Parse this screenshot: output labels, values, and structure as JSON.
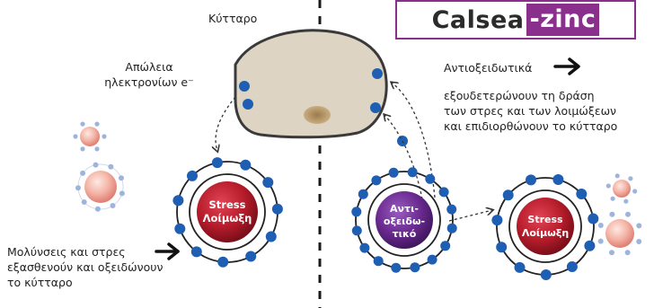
{
  "brand": {
    "part1": "Calsea",
    "part2": "-zinc"
  },
  "cell_label": "Κύτταρο",
  "loss_label": [
    "Απώλεια",
    "ηλεκτρονίων e⁻"
  ],
  "antioxidant_title": "Αντιοξειδωτικά",
  "antioxidant_text": [
    "εξουδετερώνουν τη δράση",
    "των στρες και των λοιμώξεων",
    "και επιδιορθώνουν το κύτταρο"
  ],
  "infection_text": [
    "Μολύνσεις και στρες",
    "εξασθενούν και οξειδώνουν",
    "το κύτταρο"
  ],
  "stress_atom_label": [
    "Stress",
    "Λοίμωξη"
  ],
  "antioxidant_atom_label": [
    "Αντι-",
    "οξειδω-",
    "τικό"
  ],
  "colors": {
    "electron": "#1e5fb3",
    "stress": "#b71c2b",
    "antioxidant": "#6a2a8f",
    "cell_fill": "#ddd4c3",
    "cell_stroke": "#3a3a3a",
    "brand": "#8a2f8c"
  },
  "icons": [
    "arrow-right-icon",
    "dashed-arrow-icon",
    "electron-dot-icon"
  ]
}
